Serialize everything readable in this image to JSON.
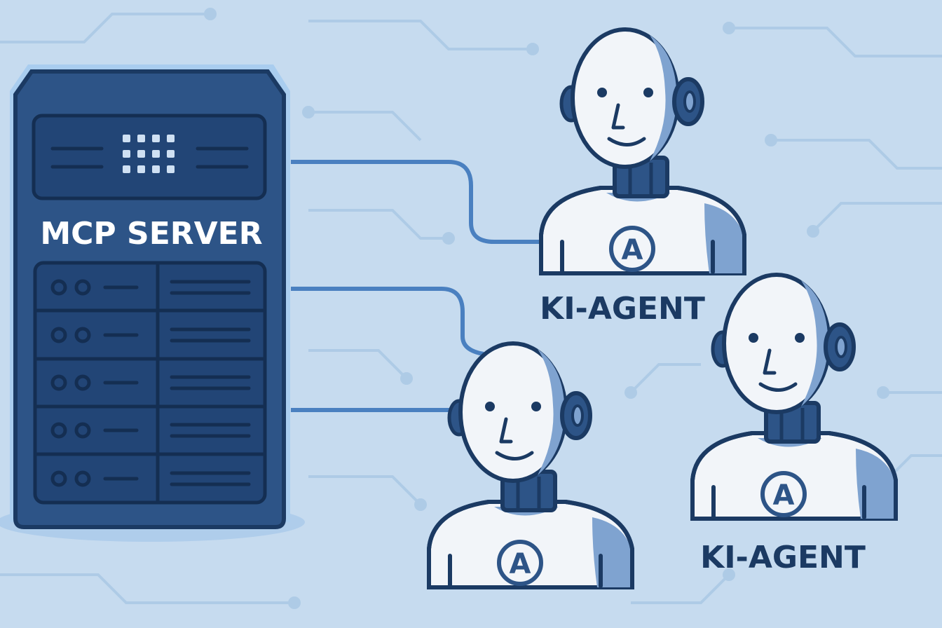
{
  "server": {
    "title": "MCP SERVER"
  },
  "agents": [
    {
      "label": "KI-AGENT",
      "badge": "A"
    },
    {
      "label": "",
      "badge": "A"
    },
    {
      "label": "KI-AGENT",
      "badge": "A"
    }
  ],
  "colors": {
    "background": "#c6dbef",
    "server": "#2d5487",
    "outline": "#1b3a63",
    "connector": "#4a80c0",
    "robot_shade": "#7fa3d0",
    "robot_face": "#f2f5f9"
  }
}
